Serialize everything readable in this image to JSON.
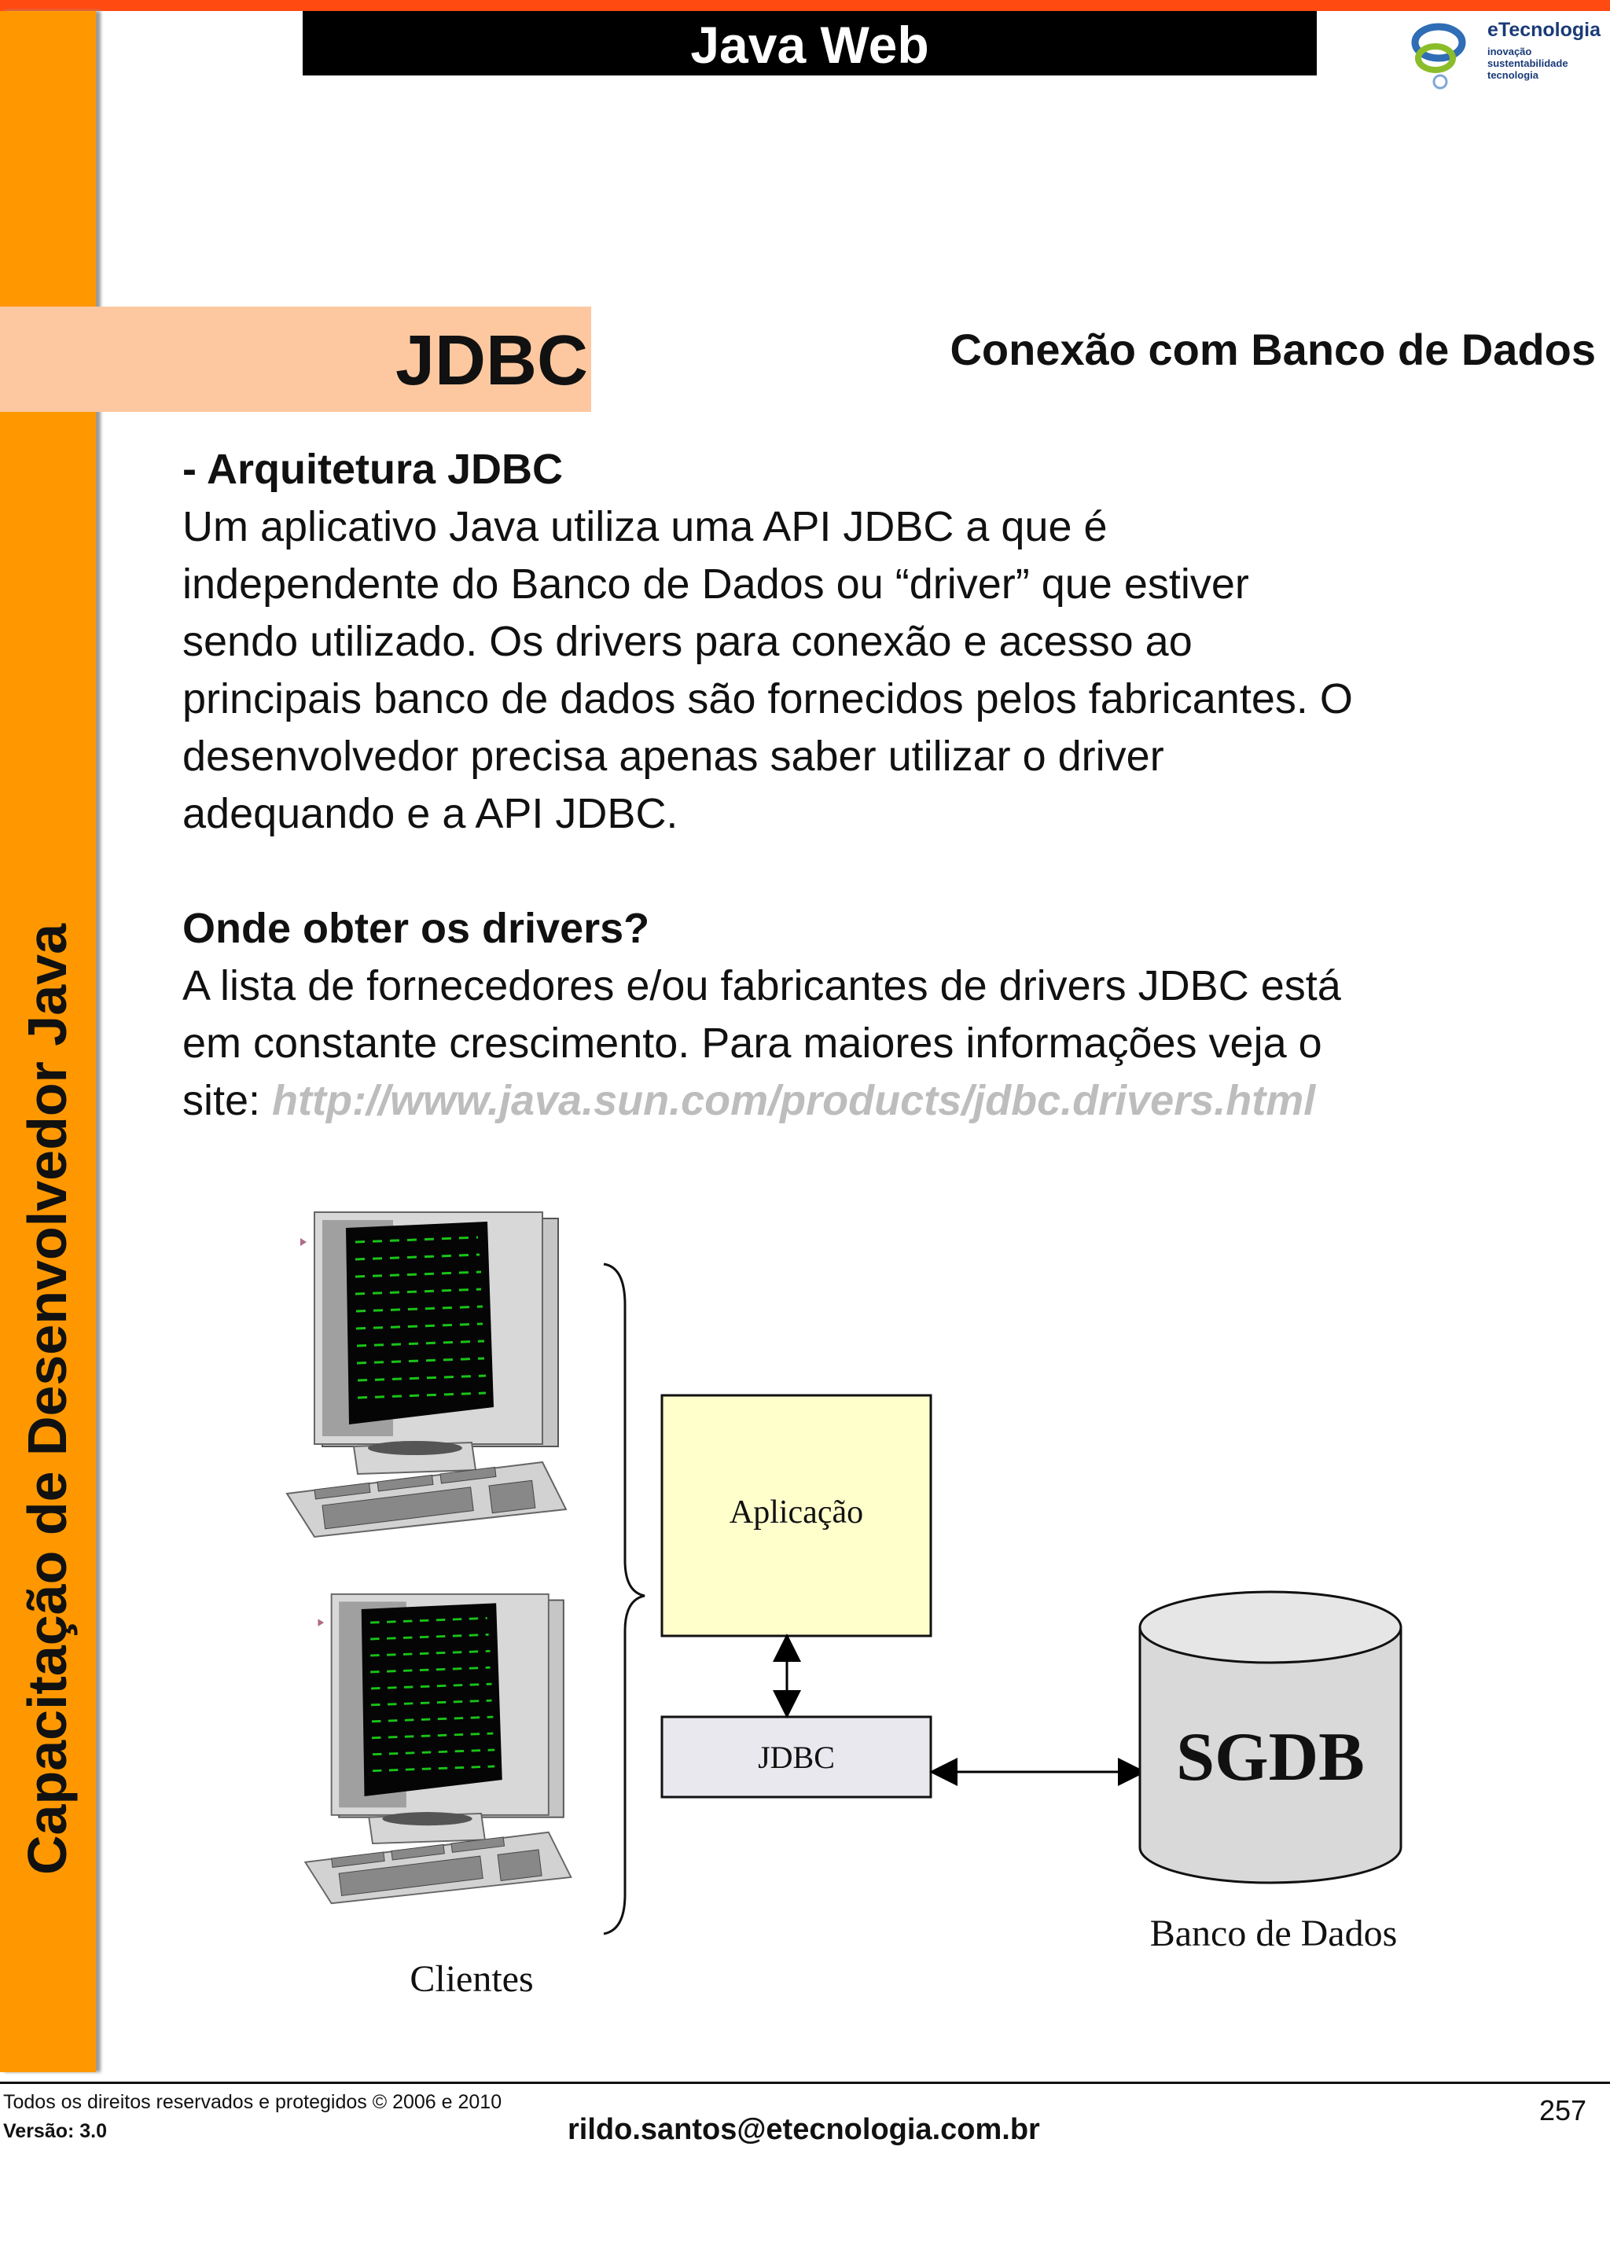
{
  "header": {
    "title": "Java Web"
  },
  "logo": {
    "name": "eTecnologia",
    "lines": [
      "inovação",
      "sustentabilidade",
      "tecnologia"
    ]
  },
  "sidebar": {
    "title": "Capacitação de Desenvolvedor Java"
  },
  "section": {
    "title": "JDBC",
    "subtitle": "Conexão com Banco de Dados"
  },
  "content": {
    "heading1": "- Arquitetura JDBC",
    "paragraph1": [
      "Um aplicativo Java utiliza uma API  JDBC a que é",
      "independente do Banco de Dados ou “driver” que estiver",
      "sendo utilizado. Os drivers para conexão e acesso ao",
      "principais banco de dados são fornecidos pelos fabricantes. O",
      "desenvolvedor precisa apenas saber utilizar o driver",
      "adequando e a API JDBC."
    ],
    "heading2": "Onde obter os drivers?",
    "paragraph2": [
      "A lista de fornecedores e/ou fabricantes de drivers JDBC está",
      "em constante crescimento. Para maiores informações veja o"
    ],
    "site_prefix": "site: ",
    "site_url": "http://www.java.sun.com/products/jdbc.drivers.html"
  },
  "diagram": {
    "app_label": "Aplicação",
    "jdbc_label": "JDBC",
    "db_label": "SGDB",
    "db_caption": "Banco de Dados",
    "clients_caption": "Clientes"
  },
  "footer": {
    "rights": "Todos os direitos reservados e protegidos © 2006 e 2010",
    "version": "Versão: 3.0",
    "email": "rildo.santos@etecnologia.com.br",
    "page": "257"
  },
  "colors": {
    "accent_orange": "#ff9800",
    "top_stripe": "#ff4a12",
    "title_band": "#fdc8a0",
    "app_box": "#ffffcc",
    "jdbc_box": "#e8e8ee",
    "db_fill": "#d9d9d9",
    "screen_green": "#19c418"
  }
}
